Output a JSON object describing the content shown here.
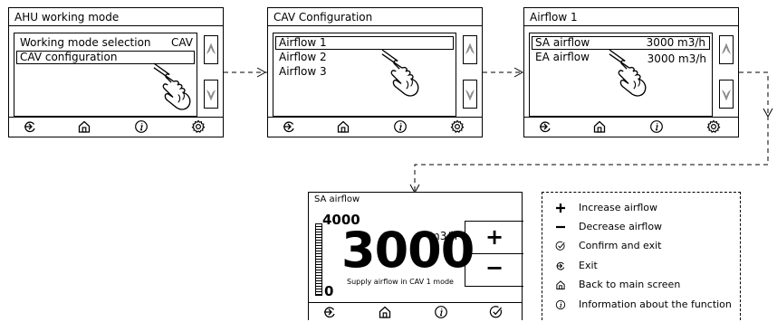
{
  "screen1": {
    "title": "AHU working mode",
    "items": [
      {
        "label": "Working mode selection",
        "value": "CAV"
      },
      {
        "label": "CAV configuration",
        "value": ""
      }
    ]
  },
  "screen2": {
    "title": "CAV Configuration",
    "items": [
      {
        "label": "Airflow 1"
      },
      {
        "label": "Airflow 2"
      },
      {
        "label": "Airflow 3"
      }
    ]
  },
  "screen3": {
    "title": "Airflow 1",
    "items": [
      {
        "label": "SA airflow",
        "value": "3000 m3/h"
      },
      {
        "label": "EA airflow",
        "value": "3000 m3/h"
      }
    ]
  },
  "screen4": {
    "title": "SA airflow",
    "max": "4000",
    "min": "0",
    "value": "3000",
    "unit": "m3/h",
    "caption": "Supply airflow in CAV 1 mode",
    "plus": "+",
    "minus": "−"
  },
  "legend": {
    "items": [
      {
        "icon": "plus-icon",
        "text": "Increase airflow"
      },
      {
        "icon": "minus-icon",
        "text": "Decrease airflow"
      },
      {
        "icon": "check-icon",
        "text": "Confirm and exit"
      },
      {
        "icon": "exit-icon",
        "text": "Exit"
      },
      {
        "icon": "home-icon",
        "text": "Back to main screen"
      },
      {
        "icon": "info-icon",
        "text": "Information about the function"
      }
    ]
  }
}
